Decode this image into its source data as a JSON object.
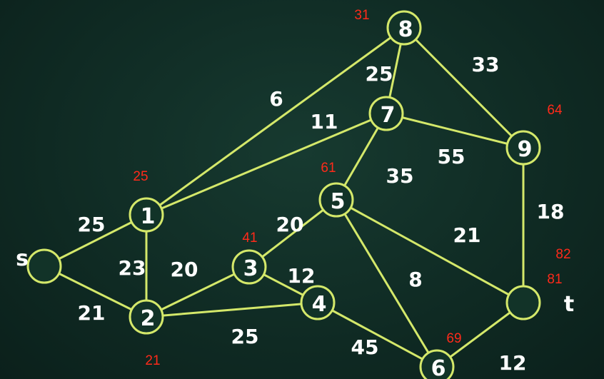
{
  "graph": {
    "nodes": {
      "s": {
        "label": "s"
      },
      "t": {
        "label": "t"
      },
      "n1": {
        "label": "1"
      },
      "n2": {
        "label": "2"
      },
      "n3": {
        "label": "3"
      },
      "n4": {
        "label": "4"
      },
      "n5": {
        "label": "5"
      },
      "n6": {
        "label": "6"
      },
      "n7": {
        "label": "7"
      },
      "n8": {
        "label": "8"
      },
      "n9": {
        "label": "9"
      }
    },
    "edges": [
      {
        "from": "s",
        "to": "n1",
        "weight": "25"
      },
      {
        "from": "s",
        "to": "n2",
        "weight": "21"
      },
      {
        "from": "n1",
        "to": "n2",
        "weight": "23"
      },
      {
        "from": "n1",
        "to": "n8",
        "weight": "6"
      },
      {
        "from": "n1",
        "to": "n7",
        "weight": "11"
      },
      {
        "from": "n2",
        "to": "n3",
        "weight": "20"
      },
      {
        "from": "n2",
        "to": "n4",
        "weight": "25"
      },
      {
        "from": "n3",
        "to": "n5",
        "weight": "20"
      },
      {
        "from": "n3",
        "to": "n4",
        "weight": "12"
      },
      {
        "from": "n4",
        "to": "n6",
        "weight": "45"
      },
      {
        "from": "n5",
        "to": "n7",
        "weight": "35"
      },
      {
        "from": "n5",
        "to": "n6",
        "weight": "8"
      },
      {
        "from": "n5",
        "to": "t",
        "weight": "21"
      },
      {
        "from": "n7",
        "to": "n8",
        "weight": "25"
      },
      {
        "from": "n7",
        "to": "n9",
        "weight": "55"
      },
      {
        "from": "n8",
        "to": "n9",
        "weight": "33"
      },
      {
        "from": "n9",
        "to": "t",
        "weight": "18"
      },
      {
        "from": "n6",
        "to": "t",
        "weight": "12"
      }
    ],
    "distances": {
      "n1": "25",
      "n2": "21",
      "n3": "41",
      "n5": "61",
      "n8": "31",
      "n9": "64",
      "t_a": "82",
      "t_b": "81",
      "n6": "69"
    }
  }
}
